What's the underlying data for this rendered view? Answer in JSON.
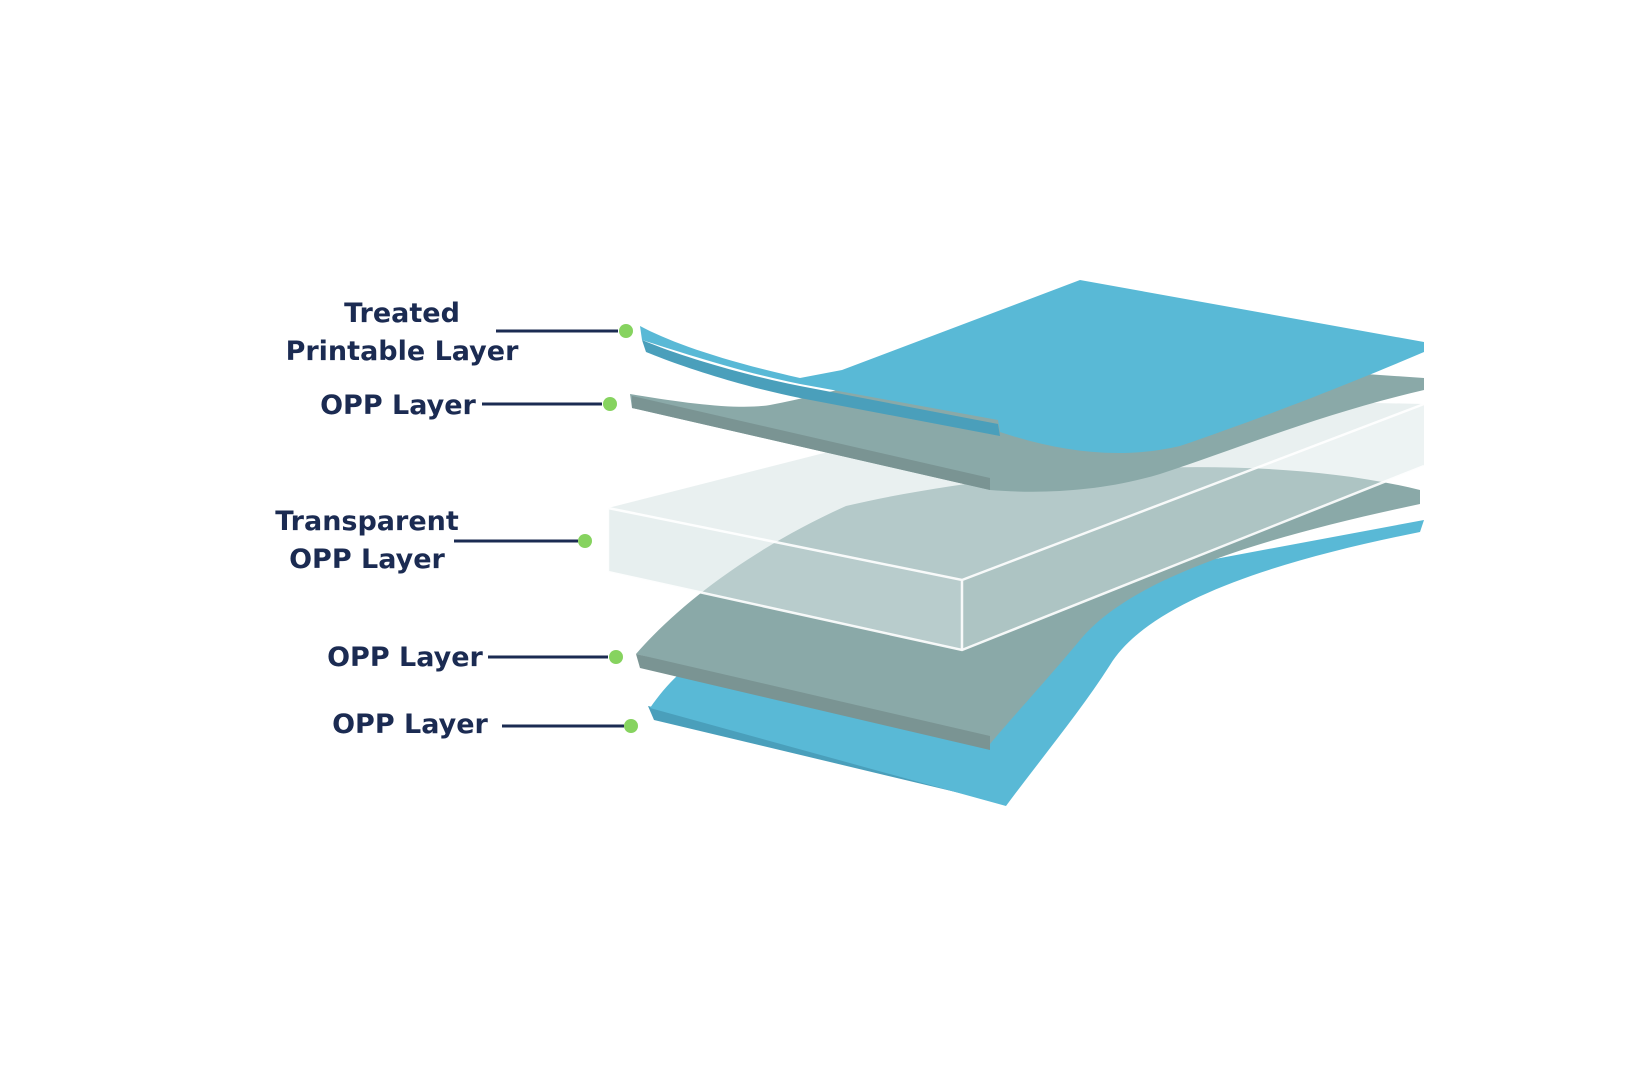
{
  "colors": {
    "background": "#ffffff",
    "label_text": "#1b2b52",
    "leader_line": "#1b2b52",
    "marker_dot": "#86d35f",
    "blue_layer": "#59b9d6",
    "blue_layer_edge": "#4a9fbb",
    "grey_layer": "#8aa9a8",
    "grey_layer_edge": "#7a9493",
    "transparent_layer": "#d7e4e4"
  },
  "layers": [
    {
      "id": "treated-printable-layer",
      "label_lines": [
        "Treated",
        "Printable Layer"
      ]
    },
    {
      "id": "opp-layer-1",
      "label_lines": [
        "OPP Layer"
      ]
    },
    {
      "id": "transparent-opp-layer",
      "label_lines": [
        "Transparent",
        "OPP Layer"
      ]
    },
    {
      "id": "opp-layer-2",
      "label_lines": [
        "OPP Layer"
      ]
    },
    {
      "id": "opp-layer-3",
      "label_lines": [
        "OPP Layer"
      ]
    }
  ]
}
